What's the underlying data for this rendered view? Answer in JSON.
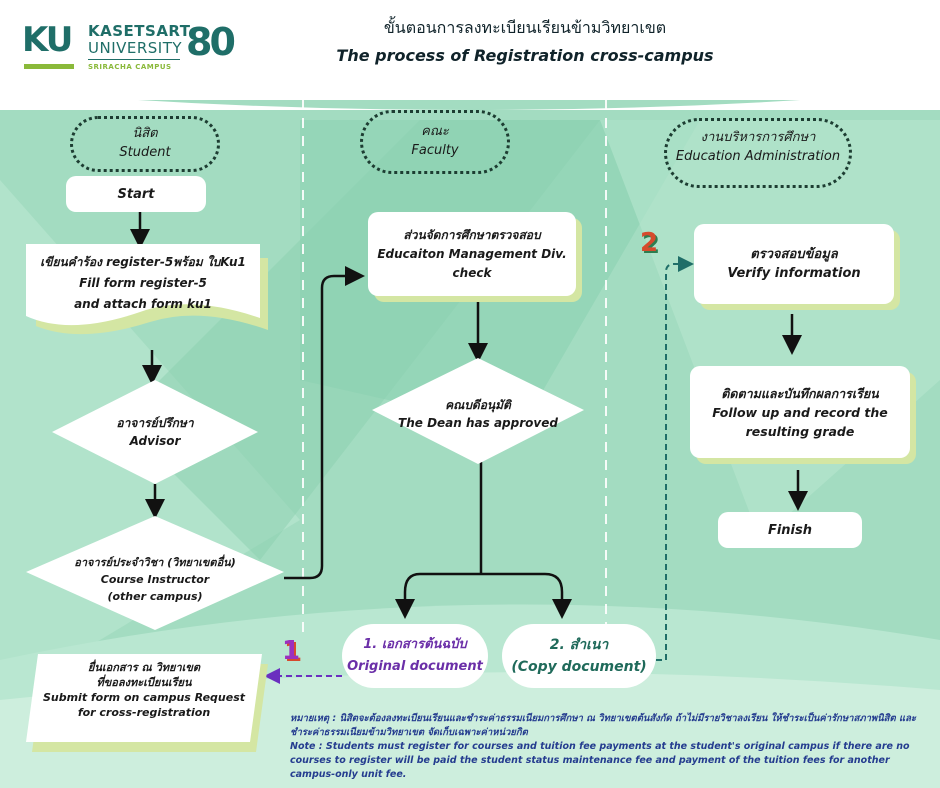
{
  "header": {
    "logo_ku": "KU",
    "logo_university_line1": "KASETSART",
    "logo_university_line2": "UNIVERSITY",
    "logo_campus": "SRIRACHA CAMPUS",
    "logo_anniversary": "80",
    "title_th": "ขั้นตอนการลงทะเบียนเรียนข้ามวิทยาเขต",
    "title_en": "The process of Registration cross-campus"
  },
  "lanes": {
    "student": {
      "th": "นิสิต",
      "en": "Student"
    },
    "faculty": {
      "th": "คณะ",
      "en": "Faculty"
    },
    "education": {
      "th": "งานบริหารการศึกษา",
      "en": "Education Administration"
    }
  },
  "steps": {
    "start": "Start",
    "fill_form": {
      "th": "เขียนคำร้อง register-5พร้อม ใบKu1",
      "en1": "Fill form register-5",
      "en2": "and attach  form ku1"
    },
    "advisor": {
      "th": "อาจารย์ปรึกษา",
      "en": "Advisor"
    },
    "instructor": {
      "th": "อาจารย์ประจำวิชา (วิทยาเขตอื่น)",
      "en1": "Course Instructor",
      "en2": "(other campus)"
    },
    "submit": {
      "th1": "ยื่นเอกสาร ณ วิทยาเขต",
      "th2": "ที่ขอลงทะเบียนเรียน",
      "en1": "Submit form  on campus Request",
      "en2": "for cross-registration"
    },
    "check": {
      "th": "ส่วนจัดการศึกษาตรวจสอบ",
      "en1": "Educaiton Management Div.",
      "en2": "check"
    },
    "dean": {
      "th": "คณบดีอนุมัติ",
      "en": "The Dean has approved"
    },
    "original": {
      "th": "1. เอกสารต้นฉบับ",
      "en": "Original document"
    },
    "copy": {
      "th": "2. สำเนา",
      "en": "(Copy document)"
    },
    "verify": {
      "th": "ตรวจสอบข้อมูล",
      "en": "Verify information"
    },
    "follow": {
      "th": "ติดตามและบันทึกผลการเรียน",
      "en1": "Follow up and record the",
      "en2": "resulting grade"
    },
    "finish": "Finish"
  },
  "markers": {
    "one": "1",
    "two": "2"
  },
  "note": {
    "th": "หมายเหตุ :  นิสิตจะต้องลงทะเบียนเรียนและชำระค่าธรรมเนียมการศึกษา  ณ วิทยาเขตต้นสังกัด  ถ้าไม่มีรายวิชาลงเรียน ให้ชำระเป็นค่ารักษาสภาพนิสิต และชำระค่าธรรมเนียมข้ามวิทยาเขต จัดเก็บเฉพาะค่าหน่วยกิต",
    "en": "Note : Students must register for courses and tuition fee payments at the student's original campus if there are no courses to register will be paid the student status maintenance fee and payment of the tuition fees for another campus-only unit fee."
  },
  "colors": {
    "background": "#9fd8bd",
    "box": "#ffffff",
    "shadow": "#d4e6a3",
    "marker1": "#9b2fbf",
    "marker2": "#d64a2c",
    "note": "#243c8f",
    "original_text": "#6b2fa8",
    "copy_text": "#1f6a5a"
  }
}
